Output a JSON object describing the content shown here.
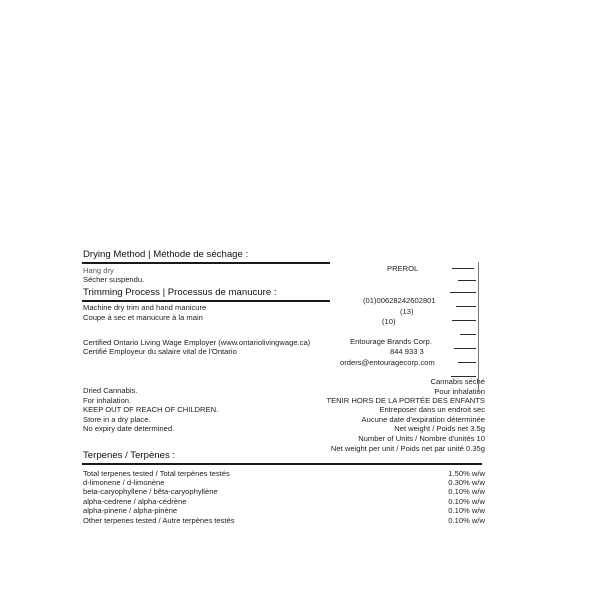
{
  "drying": {
    "heading": "Drying Method | Méthode de séchage :",
    "line1": "Hang dry",
    "line2": "Sécher suspendu."
  },
  "trimming": {
    "heading": "Trimming Process | Processus de manucure :",
    "line1": "Machine dry trim and hand manicure",
    "line2": "Coupe à sec et manucure à la main"
  },
  "certification": {
    "line1": "Certified Ontario Living Wage Employer (www.ontariolivingwage.ca)",
    "line2": "Certifié Employeur du salaire vital de l'Ontario"
  },
  "product": {
    "type": "PREROL",
    "gtin": "(01)00628242602801",
    "code13": "(13)",
    "code10": "(10)"
  },
  "company": {
    "name": "Entourage Brands Corp.",
    "phone": "844 933 3",
    "email": "orders@entouragecorp.com"
  },
  "warnings": {
    "line1": "Dried Cannabis.",
    "line2": "For inhalation.",
    "line3": "KEEP OUT OF REACH OF CHILDREN.",
    "line4": "Store in a dry place.",
    "line5": "No expiry date determined."
  },
  "french_warnings": {
    "line1": "Cannabis séché",
    "line2": "Pour inhalation",
    "line3": "TENIR HORS DE LA PORTÉE DES ENFANTS",
    "line4": "Entreposer dans un endroit sec",
    "line5": "Aucune date d'expiration déterminée",
    "line6": "Net weight / Poids net 3.5g",
    "line7": "Number of Units / Nombre d'unités 10",
    "line8": "Net weight per unit / Poids net par unité 0.35g"
  },
  "terpenes": {
    "heading": "Terpenes / Terpènes :",
    "rows": [
      {
        "name": "Total terpenes tested / Total terpènes testés",
        "value": "1.50% w/w"
      },
      {
        "name": "d-limonene / d-limonène",
        "value": "0.30% w/w"
      },
      {
        "name": "beta-caryophyllene / bêta-caryophyllène",
        "value": "0.10% w/w"
      },
      {
        "name": "alpha-cedrene / alpha-cédrène",
        "value": "0.10% w/w"
      },
      {
        "name": "alpha-pinene / alpha-pinène",
        "value": "0.10% w/w"
      },
      {
        "name": "Other terpenes tested / Autre terpènes testés",
        "value": "0.10% w/w"
      }
    ]
  }
}
